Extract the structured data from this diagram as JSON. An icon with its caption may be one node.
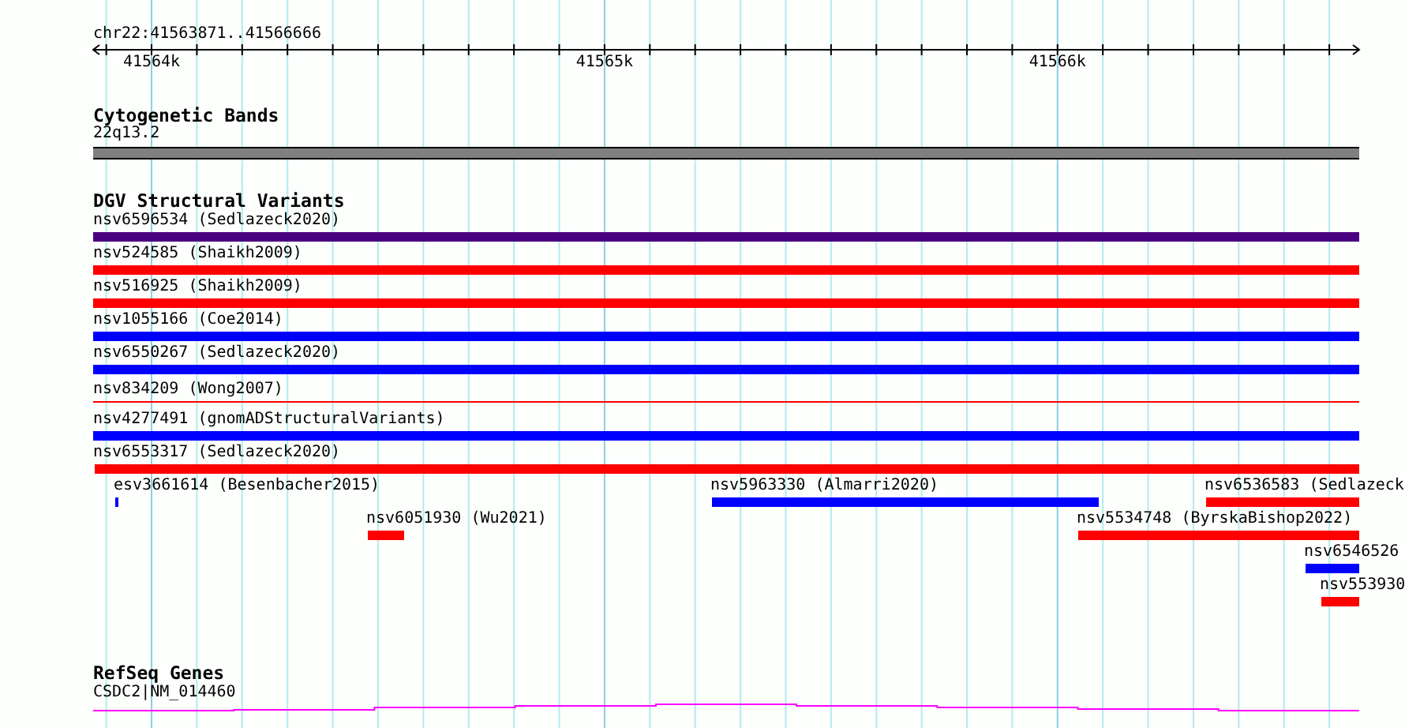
{
  "diagram": {
    "nodes": [
      {
        "text": [
          "22q13.2"
        ]
      },
      {
        "text": [
          "nsv6596534 (Sedlazeck2020)"
        ]
      },
      {
        "text": [
          "nsv524585 (Shaikh2009)"
        ]
      },
      {
        "text": [
          "nsv516925 (Shaikh2009)"
        ]
      },
      {
        "text": [
          "nsv1055166 (Coe2014)"
        ]
      },
      {
        "text": [
          "nsv6550267 (Sedlazeck2020)"
        ]
      },
      {
        "text": [
          "nsv834209 (Wong2007)"
        ]
      },
      {
        "text": [
          "nsv4277491 (gnomADStructuralVariants)"
        ]
      },
      {
        "text": [
          "nsv6553317 (Sedlazeck2020)"
        ]
      },
      {
        "text": [
          "esv3661614 (Besenbacher2015)"
        ]
      },
      {
        "text": [
          "nsv5963330 (Almarri2020)"
        ]
      },
      {
        "text": [
          "nsv6536583 (Sedlazeck"
        ]
      },
      {
        "text": [
          "nsv6051930 (Wu2021)"
        ]
      },
      {
        "text": [
          "nsv5534748 (ByrskaBishop2022)"
        ]
      },
      {
        "text": [
          "nsv6546526"
        ]
      },
      {
        "text": [
          "nsv553930"
        ]
      },
      {
        "text": [
          "CSDC2|NM_014460"
        ]
      }
    ],
    "labels": [
      "chr22:41563871..41566666",
      "41564k",
      "41565k",
      "41566k",
      "Cytogenetic Bands",
      "DGV Structural Variants",
      "RefSeq Genes"
    ]
  }
}
